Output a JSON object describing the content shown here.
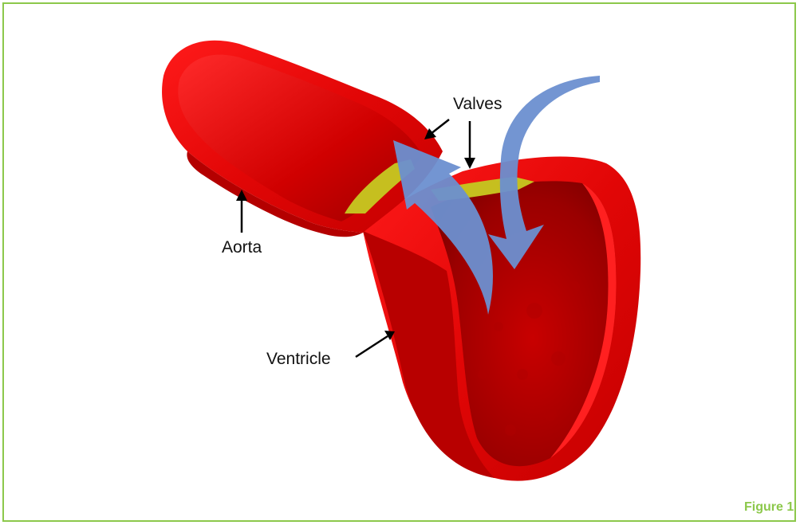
{
  "labels": {
    "valves": "Valves",
    "aorta": "Aorta",
    "ventricle": "Ventricle"
  },
  "caption": "Figure 1",
  "colors": {
    "frame": "#8cc84b",
    "tissue": "#e10a0a",
    "tissue_dark": "#8e0000",
    "valve": "#c8c020",
    "flow_arrow": "#6b8fd0"
  }
}
